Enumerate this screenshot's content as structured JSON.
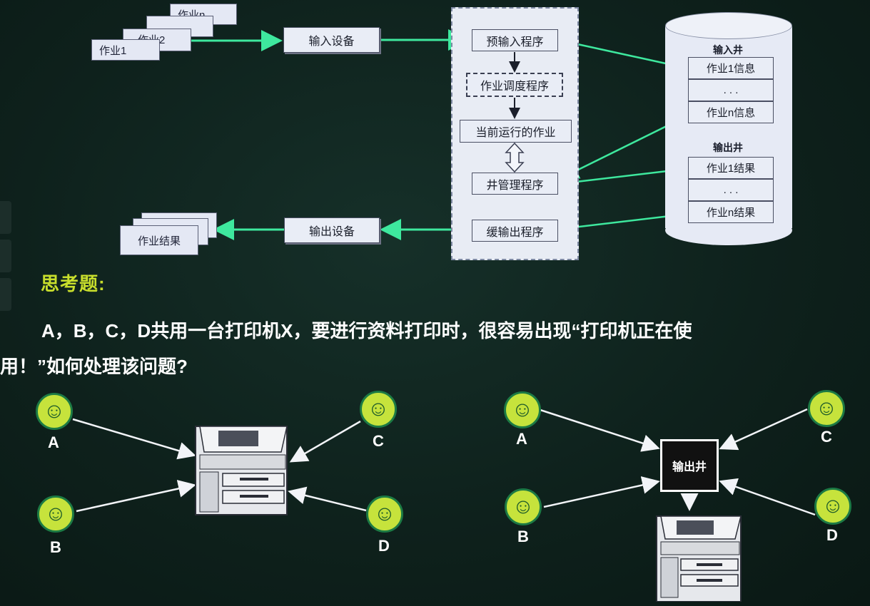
{
  "flow": {
    "jobs": [
      "作业1",
      "作业2",
      "作业n"
    ],
    "input_device": "输入设备",
    "pre_input": "预输入程序",
    "scheduler": "作业调度程序",
    "running_job": "当前运行的作业",
    "well_manager": "井管理程序",
    "buffer_output": "缓输出程序",
    "output_device": "输出设备",
    "job_results": "作业结果",
    "input_well": {
      "title": "输入井",
      "slots": [
        "作业1信息",
        ". . .",
        "作业n信息"
      ]
    },
    "output_well": {
      "title": "输出井",
      "slots": [
        "作业1结果",
        ". . .",
        "作业n结果"
      ]
    }
  },
  "question": {
    "title": "思考题:",
    "line1": "A，B，C，D共用一台打印机X，要进行资料打印时，很容易出现“打印机正在使",
    "line2": "用！”如何处理该问题?"
  },
  "left_diagram": {
    "users": [
      "A",
      "B",
      "C",
      "D"
    ]
  },
  "right_diagram": {
    "users": [
      "A",
      "B",
      "C",
      "D"
    ],
    "center_label": "输出井"
  },
  "colors": {
    "arrow": "#3ee89e",
    "title_accent": "#c8de2c",
    "face": "#c6e33c"
  }
}
